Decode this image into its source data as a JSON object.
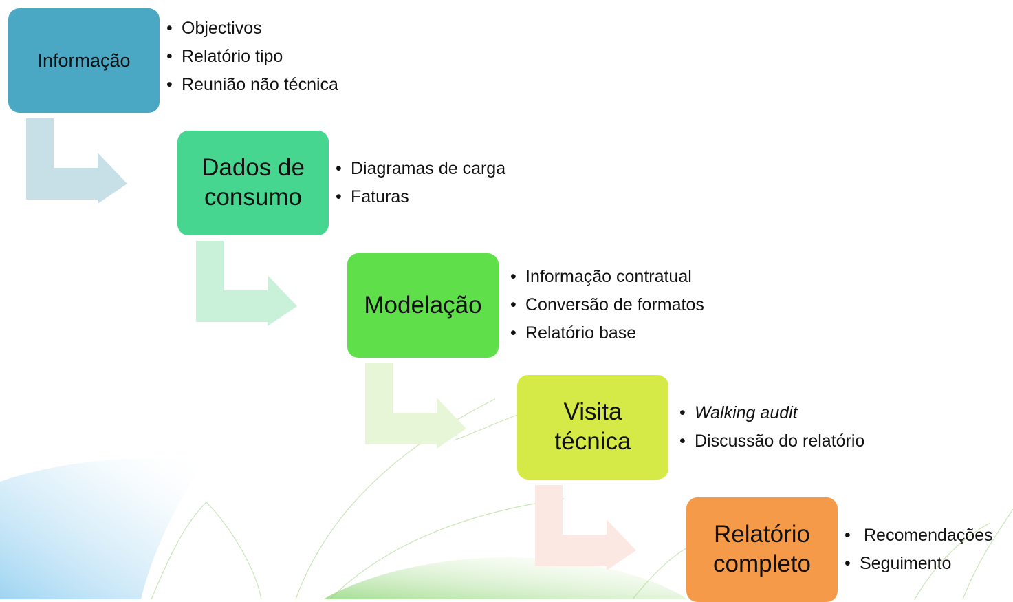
{
  "colors": {
    "step1": "#4aa8c4",
    "step2": "#47d68f",
    "step3": "#5fe04a",
    "step4": "#d5ea46",
    "step5": "#f59a48",
    "arrow1": "#c7e0e8",
    "arrow2": "#c9f0d9",
    "arrow3": "#e8f6d8",
    "arrow4": "#fbe8e2"
  },
  "steps": [
    {
      "title": [
        "Informação"
      ],
      "bullets": [
        "Objectivos",
        "Relatório tipo",
        "Reunião não técnica"
      ]
    },
    {
      "title": [
        "Dados de",
        "consumo"
      ],
      "bullets": [
        "Diagramas de carga",
        "Faturas"
      ]
    },
    {
      "title": [
        "Modelação"
      ],
      "bullets": [
        "Informação contratual",
        "Conversão de formatos",
        "Relatório base"
      ]
    },
    {
      "title": [
        "Visita",
        "técnica"
      ],
      "bullets": [
        "Walking audit",
        "Discussão do relatório"
      ]
    },
    {
      "title": [
        "Relatório",
        "completo"
      ],
      "bullets": [
        "Recomendações",
        "Seguimento"
      ]
    }
  ]
}
